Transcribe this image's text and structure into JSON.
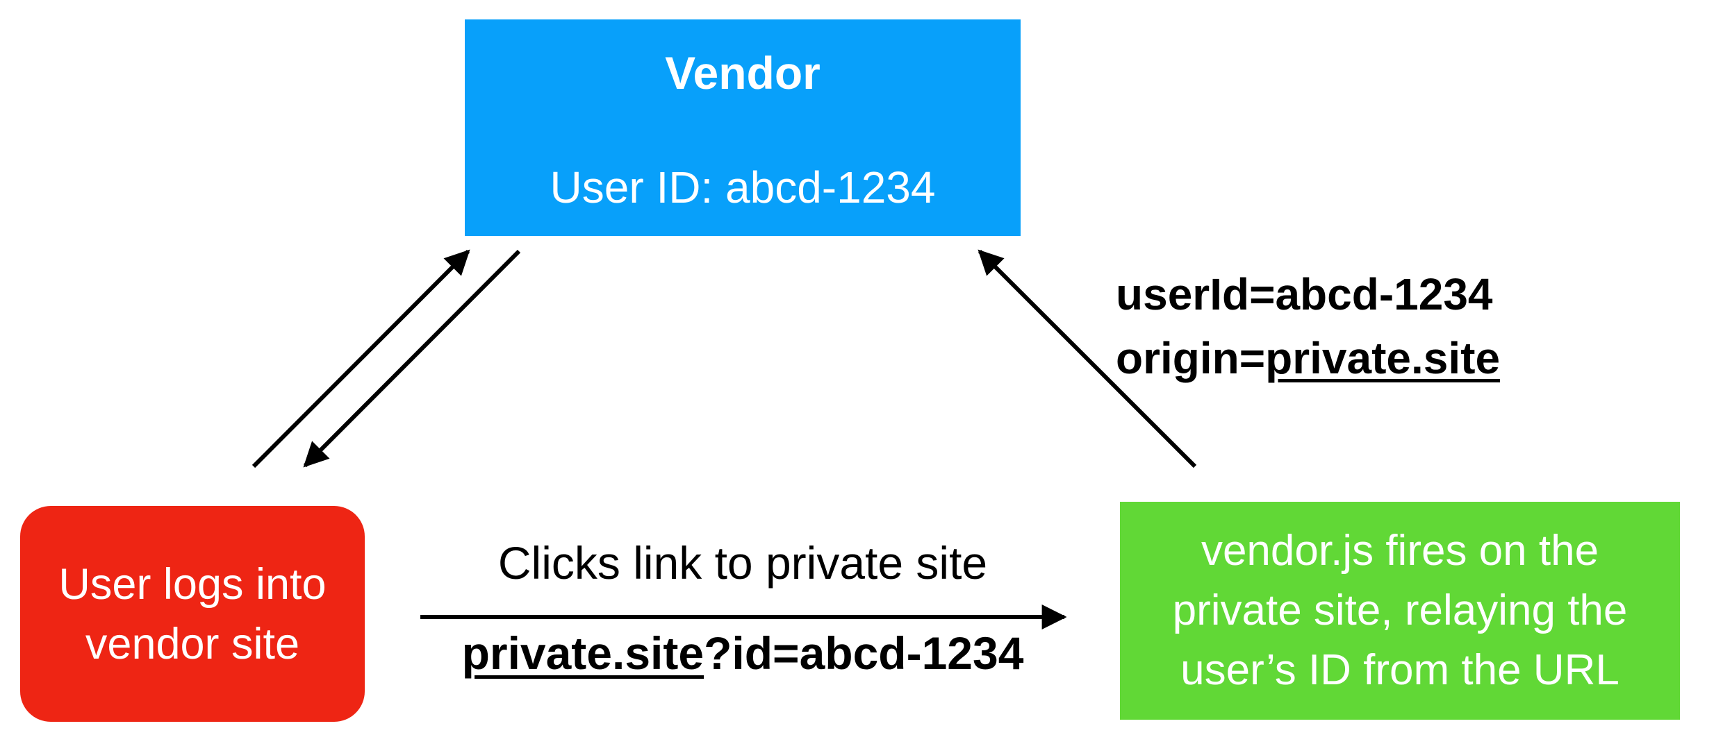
{
  "vendor": {
    "title": "Vendor",
    "user_id_label": "User ID: abcd-1234",
    "color": "#08A0FA"
  },
  "user": {
    "line1": "User logs into",
    "line2": "vendor site",
    "color": "#EE2514"
  },
  "vendor_js": {
    "line1": "vendor.js fires on the",
    "line2": "private site, relaying the",
    "line3": "user’s ID from the URL",
    "color": "#61D836"
  },
  "payload": {
    "user_id_line": "userId=abcd-1234",
    "origin_prefix": "origin=",
    "origin_value": "private.site"
  },
  "link": {
    "caption": "Clicks link to private site",
    "host": "private.site",
    "query": "?id=abcd-1234"
  }
}
